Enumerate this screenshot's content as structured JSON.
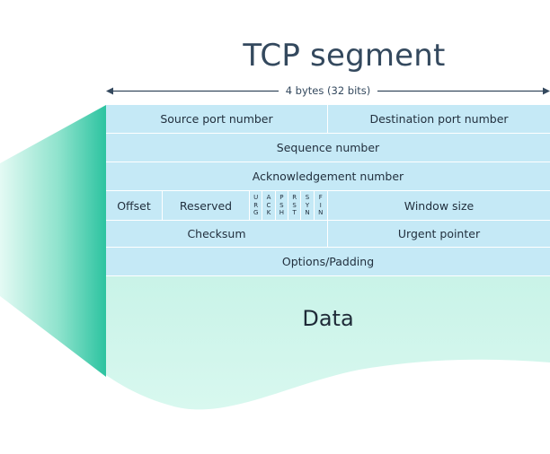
{
  "title": "TCP segment",
  "width_label": "4 bytes (32 bits)",
  "rows": {
    "row1": {
      "left": "Source port number",
      "right": "Destination port number"
    },
    "row2": {
      "full": "Sequence number"
    },
    "row3": {
      "full": "Acknowledgement number"
    },
    "row4": {
      "offset": "Offset",
      "reserved": "Reserved",
      "flags": [
        [
          "U",
          "R",
          "G"
        ],
        [
          "A",
          "C",
          "K"
        ],
        [
          "P",
          "S",
          "H"
        ],
        [
          "R",
          "S",
          "T"
        ],
        [
          "S",
          "Y",
          "N"
        ],
        [
          "F",
          "I",
          "N"
        ]
      ],
      "window": "Window size"
    },
    "row5": {
      "left": "Checksum",
      "right": "Urgent pointer"
    },
    "row6": {
      "full": "Options/Padding"
    }
  },
  "data_label": "Data",
  "colors": {
    "header_cells": "#c5e9f6",
    "data_area": "#cdf5ec",
    "wedge_dark": "#2cc3a0",
    "wedge_light": "#d6f7ef",
    "text": "#22303e",
    "title": "#34495e"
  }
}
